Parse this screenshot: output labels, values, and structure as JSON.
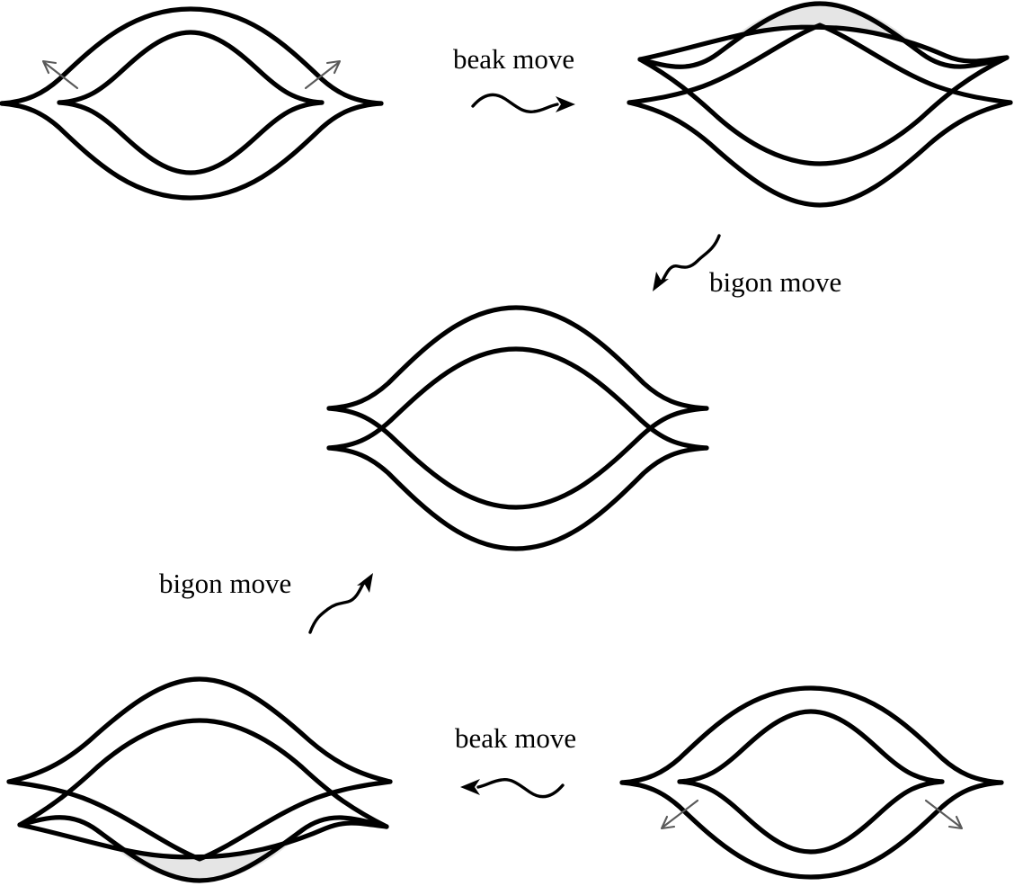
{
  "figure": {
    "title": "Beak move and bigon move cycle on curve diagrams",
    "background_color": "#ffffff",
    "curve_color": "#000000",
    "shading_color": "#e5e5e5",
    "hint_arrow_color": "#5a5a5a"
  },
  "labels": {
    "beak_move_top": "beak move",
    "bigon_move_right": "bigon move",
    "bigon_move_left": "bigon move",
    "beak_move_bottom": "beak move"
  },
  "panels": [
    {
      "id": "top-left",
      "position": "top-left",
      "description": "Two nested lens curves meeting at two outward cusps (beaks), left and right",
      "has_shaded_bigon": false,
      "shaded_bigon_position": "none",
      "cusps": 2,
      "crossings": 0,
      "hint_arrows": [
        "up-left",
        "up-right"
      ]
    },
    {
      "id": "top-right",
      "position": "top-right",
      "description": "Curves crossing transversally with a shaded bigon region at the top",
      "has_shaded_bigon": true,
      "shaded_bigon_position": "top",
      "cusps": 0,
      "crossings": 4,
      "hint_arrows": []
    },
    {
      "id": "center",
      "position": "center",
      "description": "Two nested lens curves crossing at two points on each side, no bigon",
      "has_shaded_bigon": false,
      "shaded_bigon_position": "none",
      "cusps": 0,
      "crossings": 4,
      "hint_arrows": []
    },
    {
      "id": "bottom-left",
      "position": "bottom-left",
      "description": "Curves crossing transversally with a shaded bigon region at the bottom",
      "has_shaded_bigon": true,
      "shaded_bigon_position": "bottom",
      "cusps": 0,
      "crossings": 4,
      "hint_arrows": []
    },
    {
      "id": "bottom-right",
      "position": "bottom-right",
      "description": "Two nested lens curves meeting at two outward cusps (beaks), left and right",
      "has_shaded_bigon": false,
      "shaded_bigon_position": "none",
      "cusps": 2,
      "crossings": 0,
      "hint_arrows": [
        "down-left",
        "down-right"
      ]
    }
  ],
  "move_arrows": [
    {
      "id": "beak-arrow-top",
      "label_ref": "beak_move_top",
      "direction": "right",
      "style": "squiggly"
    },
    {
      "id": "bigon-arrow-right",
      "label_ref": "bigon_move_right",
      "direction": "down-left",
      "style": "squiggly"
    },
    {
      "id": "bigon-arrow-left",
      "label_ref": "bigon_move_left",
      "direction": "up-right",
      "style": "squiggly"
    },
    {
      "id": "beak-arrow-bottom",
      "label_ref": "beak_move_bottom",
      "direction": "left",
      "style": "squiggly"
    }
  ]
}
